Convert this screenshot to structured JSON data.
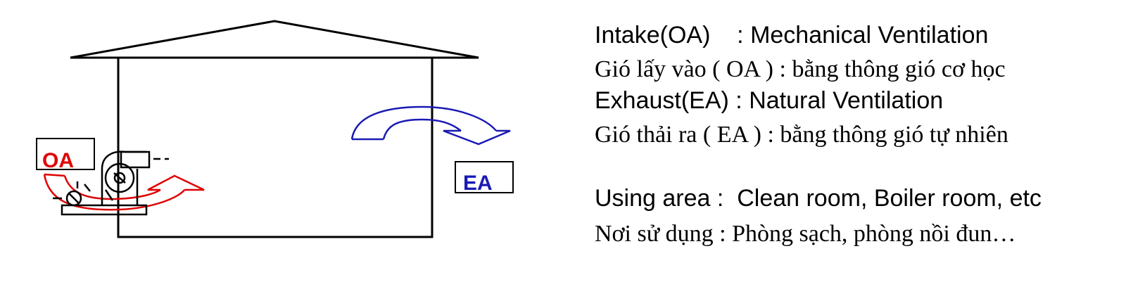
{
  "labels": {
    "oa": "OA",
    "ea": "EA"
  },
  "text": {
    "intake_en": "Intake(OA)    : Mechanical Ventilation",
    "intake_vi": "Gió lấy vào ( OA )  : bằng thông gió cơ học",
    "exhaust_en": "Exhaust(EA) : Natural Ventilation",
    "exhaust_vi": "Gió thải ra ( EA )  : bằng thông gió tự nhiên",
    "area_en": "Using area :  Clean room, Boiler room, etc",
    "area_vi": "Nơi sử dụng : Phòng sạch, phòng nồi đun…"
  },
  "colors": {
    "oa": "#e00000",
    "ea": "#1a1ab4",
    "line": "#000000"
  },
  "icons": {
    "fan": "fan-icon",
    "intake_arrow": "curved-arrow-icon",
    "exhaust_arrow": "curved-arrow-icon"
  }
}
